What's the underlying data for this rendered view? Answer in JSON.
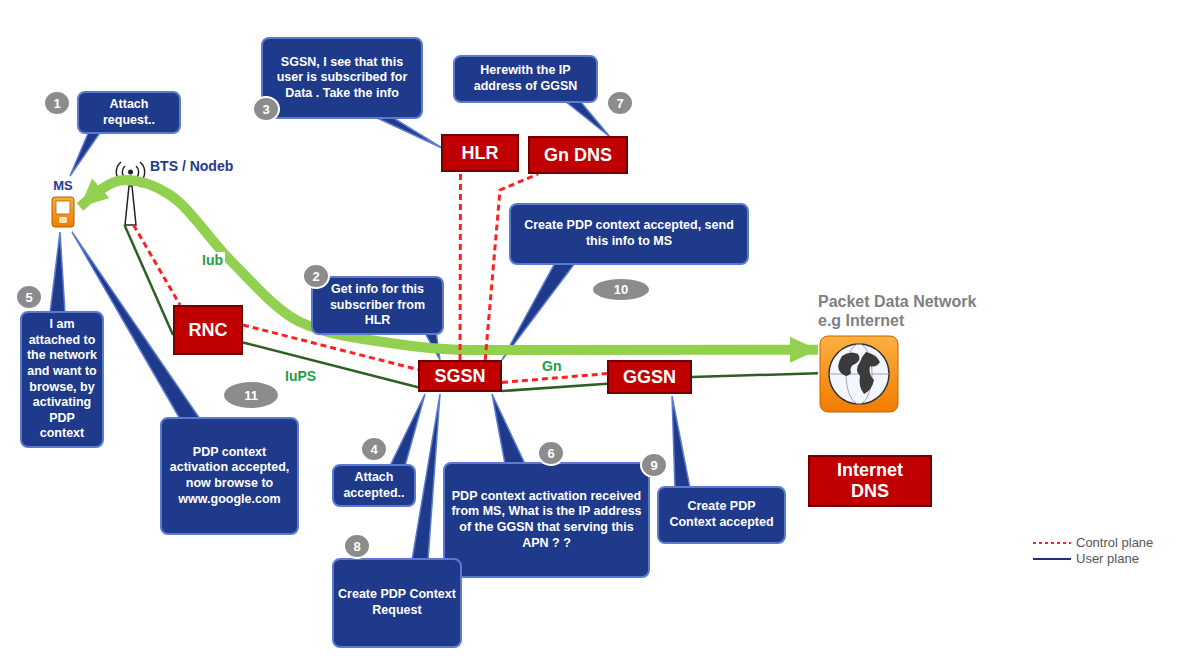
{
  "diagram": {
    "nodes": [
      {
        "text": [
          "MS"
        ]
      },
      {
        "text": [
          "BTS / Nodeb"
        ]
      },
      {
        "text": [
          "HLR"
        ]
      },
      {
        "text": [
          "Gn DNS"
        ]
      },
      {
        "text": [
          "RNC"
        ]
      },
      {
        "text": [
          "SGSN"
        ]
      },
      {
        "text": [
          "GGSN"
        ]
      },
      {
        "text": [
          "Packet Data Network e.g Internet"
        ]
      },
      {
        "text": [
          "Internet DNS"
        ]
      },
      {
        "text": [
          "Attach request.."
        ]
      },
      {
        "text": [
          "SGSN, I see that this user is subscribed for Data . Take the info"
        ]
      },
      {
        "text": [
          "Herewith the IP address of GGSN"
        ]
      },
      {
        "text": [
          "Create PDP context accepted, send this info to MS"
        ]
      },
      {
        "text": [
          "Get info for this subscriber from HLR"
        ]
      },
      {
        "text": [
          "I am attached to the network and want to browse, by activating PDP context"
        ]
      },
      {
        "text": [
          "PDP context activation accepted, now browse to www.google.com"
        ]
      },
      {
        "text": [
          "Attach accepted.."
        ]
      },
      {
        "text": [
          "PDP context activation received from MS, What is the IP address of the GGSN that serving this APN ? ?"
        ]
      },
      {
        "text": [
          "Create PDP Context accepted"
        ]
      },
      {
        "text": [
          "Create PDP Context Request"
        ]
      }
    ],
    "edges": [
      {
        "from": 1,
        "to": 4,
        "arrow": "none"
      },
      {
        "from": 1,
        "to": 4,
        "label": "Iub",
        "arrow": "none"
      },
      {
        "from": 4,
        "to": 5,
        "arrow": "none"
      },
      {
        "from": 4,
        "to": 5,
        "label": "IuPS",
        "arrow": "none"
      },
      {
        "from": 5,
        "to": 2,
        "arrow": "none"
      },
      {
        "from": 5,
        "to": 3,
        "arrow": "none"
      },
      {
        "from": 5,
        "to": 6,
        "arrow": "none"
      },
      {
        "from": 5,
        "to": 6,
        "label": "Gn",
        "arrow": "none"
      },
      {
        "from": 6,
        "to": 7,
        "arrow": "none"
      },
      {
        "from": 0,
        "to": 7,
        "arrow": "both"
      }
    ],
    "labels": [
      "1",
      "3",
      "7",
      "10",
      "2",
      "5",
      "11",
      "4",
      "6",
      "9",
      "8"
    ],
    "legend": [
      {
        "text": "Control plane"
      },
      {
        "text": "User plane"
      }
    ]
  }
}
